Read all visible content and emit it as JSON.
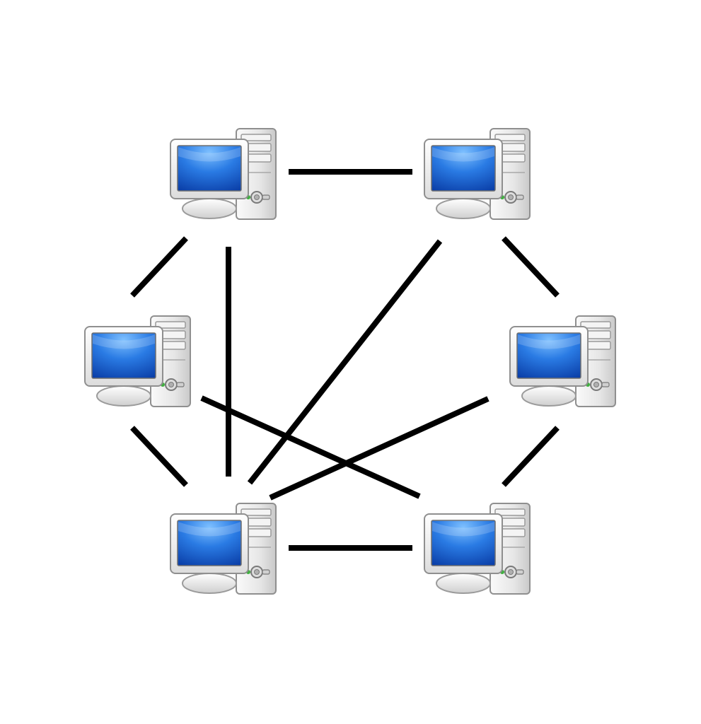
{
  "diagram": {
    "type": "mesh-network",
    "nodes": [
      {
        "id": "pc-top-left",
        "icon": "desktop-computer-icon"
      },
      {
        "id": "pc-top-right",
        "icon": "desktop-computer-icon"
      },
      {
        "id": "pc-middle-left",
        "icon": "desktop-computer-icon"
      },
      {
        "id": "pc-middle-right",
        "icon": "desktop-computer-icon"
      },
      {
        "id": "pc-bottom-left",
        "icon": "desktop-computer-icon"
      },
      {
        "id": "pc-bottom-right",
        "icon": "desktop-computer-icon"
      }
    ],
    "links": [
      {
        "from": "pc-top-left",
        "to": "pc-top-right"
      },
      {
        "from": "pc-top-left",
        "to": "pc-middle-left"
      },
      {
        "from": "pc-top-left",
        "to": "pc-bottom-left"
      },
      {
        "from": "pc-top-right",
        "to": "pc-middle-right"
      },
      {
        "from": "pc-top-right",
        "to": "pc-bottom-left"
      },
      {
        "from": "pc-middle-left",
        "to": "pc-bottom-left"
      },
      {
        "from": "pc-middle-left",
        "to": "pc-bottom-right"
      },
      {
        "from": "pc-middle-right",
        "to": "pc-bottom-left"
      },
      {
        "from": "pc-middle-right",
        "to": "pc-bottom-right"
      },
      {
        "from": "pc-bottom-left",
        "to": "pc-bottom-right"
      }
    ],
    "colors": {
      "link": "#000000",
      "screen": "#1a5fd0",
      "screen_highlight": "#5aa7f0",
      "case": "#e8e8e8",
      "background": "#ffffff"
    }
  }
}
